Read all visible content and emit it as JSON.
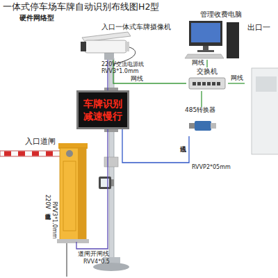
{
  "diagram": {
    "title": "一体式停车场车牌自动识别布线图H2型",
    "nodes": [
      {
        "text": [
          "入口一体式车牌摄像机"
        ]
      },
      {
        "text": [
          "管理收费电脑"
        ]
      },
      {
        "text": [
          "出口一"
        ]
      },
      {
        "text": [
          "交换机"
        ]
      },
      {
        "text": [
          "车牌识别 减速慢行"
        ]
      },
      {
        "text": [
          "485转换器"
        ]
      },
      {
        "text": [
          "入口道闸"
        ]
      }
    ],
    "edges": [
      {
        "from": 0,
        "to": 3,
        "label": "网线",
        "arrow": "none"
      },
      {
        "from": 1,
        "to": 3,
        "label": "网线",
        "arrow": "none"
      },
      {
        "from": 3,
        "to": 2,
        "label": "网线",
        "arrow": "none"
      },
      {
        "from": 3,
        "to": 5,
        "arrow": "none"
      },
      {
        "from": 5,
        "to": 4,
        "label": "通讯线",
        "arrow": "none"
      },
      {
        "from": 6,
        "to": 0,
        "label": "道闸开闸线",
        "arrow": "none"
      }
    ],
    "labels": [
      "硬件网络型",
      "220V交流电源线",
      "RVV3*1.0mm",
      "RVVP2*05mm",
      "220V交流电源线",
      "RVV3*1.0mm",
      "RVV4*0.5"
    ]
  }
}
